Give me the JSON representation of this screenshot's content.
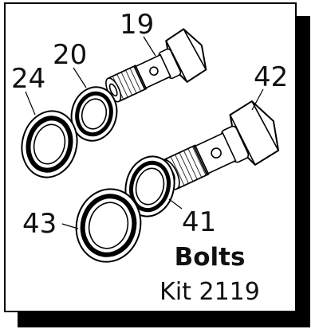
{
  "colors": {
    "line": "#000000",
    "shadow": "#000000",
    "background": "#ffffff"
  },
  "callouts": {
    "bolt_top": "19",
    "washer_small_top": "20",
    "washer_large_left": "24",
    "bolt_right": "42",
    "washer_bottom_large": "43",
    "washer_bottom_right": "41"
  },
  "title": {
    "line1": "Bolts",
    "line2": "Kit 2119"
  }
}
